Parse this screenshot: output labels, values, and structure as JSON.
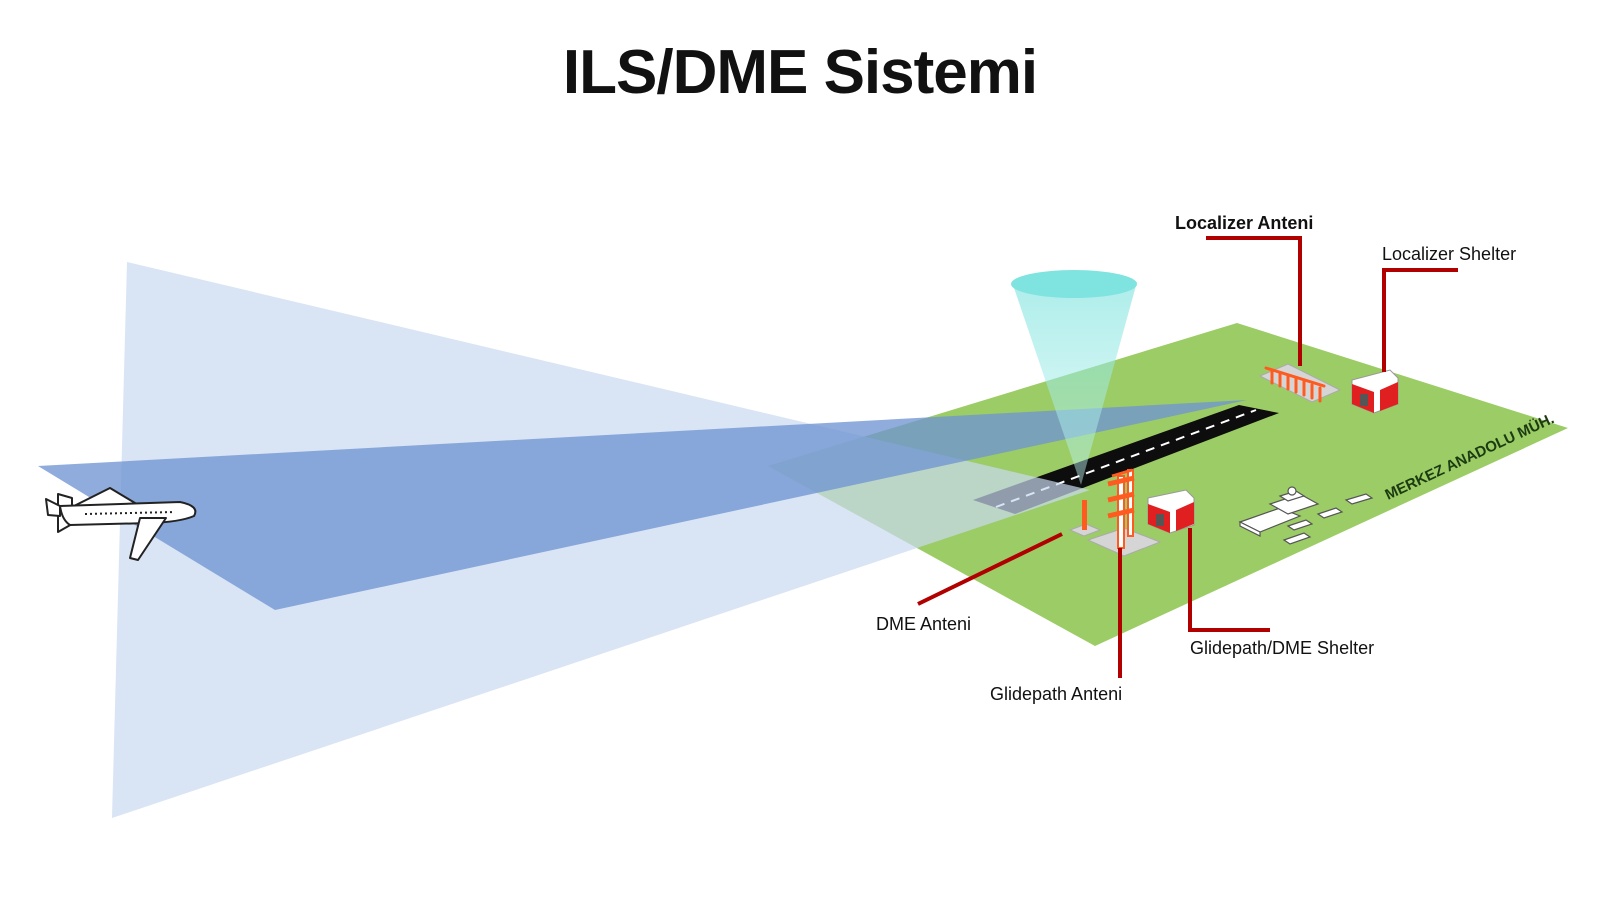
{
  "title": "ILS/DME Sistemi",
  "watermark": "MERKEZ ANADOLU MÜH.",
  "labels": {
    "localizer_antenna": "Localizer Anteni",
    "localizer_shelter": "Localizer Shelter",
    "dme_antenna": "DME Anteni",
    "glidepath_antenna": "Glidepath Anteni",
    "glidepath_dme_shelter": "Glidepath/DME Shelter"
  },
  "colors": {
    "ground": "#9ccc65",
    "runway": "#0d0d0d",
    "localizer_beam": "#8caadb",
    "glidepath_beam": "#c9d8f0",
    "dme_cone": "#7fe3df",
    "leader_line": "#b00000",
    "antenna": "#ff5a1f",
    "shelter_red": "#e02020"
  }
}
